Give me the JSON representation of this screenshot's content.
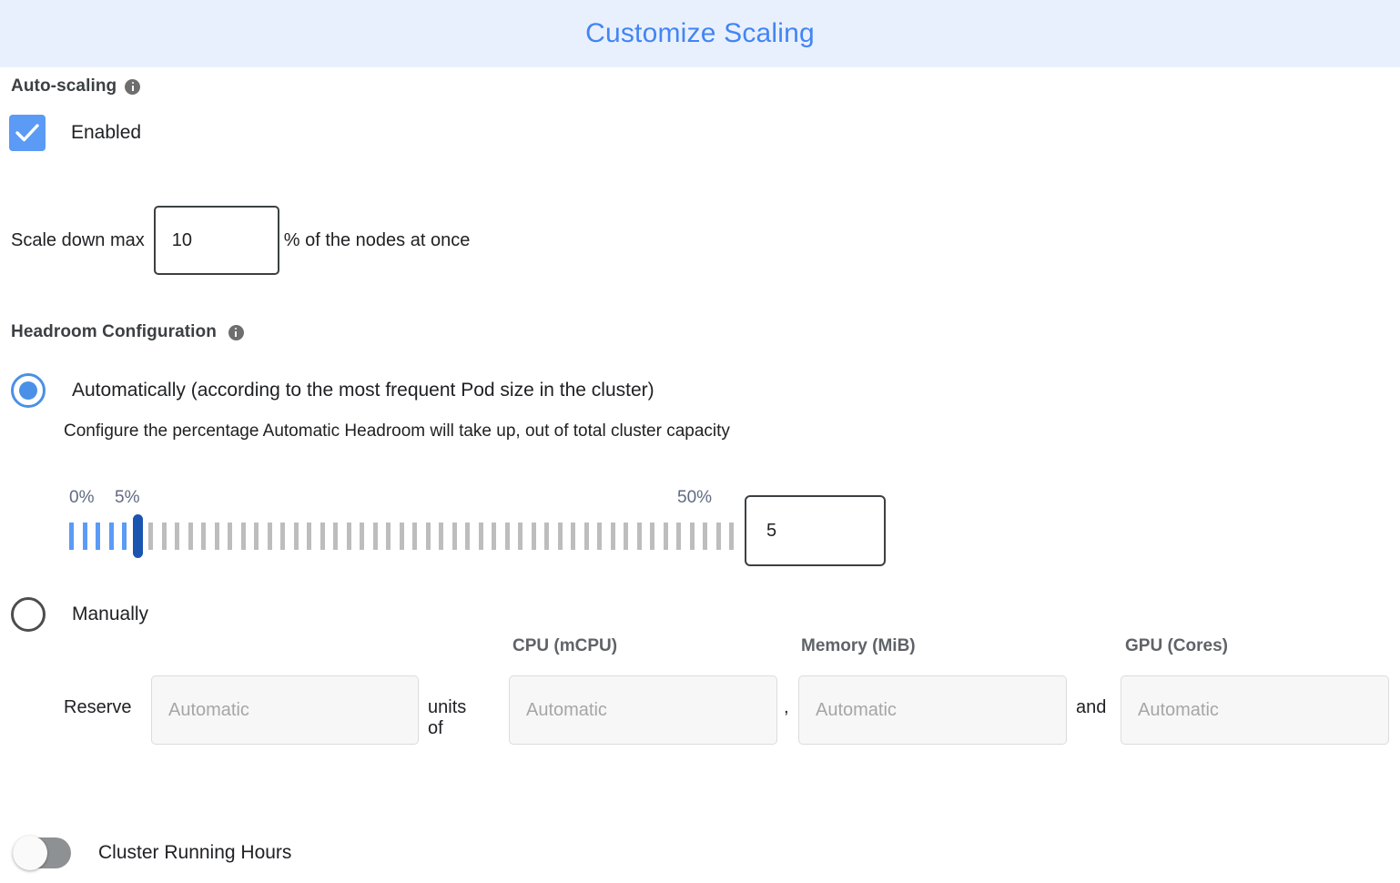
{
  "header": {
    "title": "Customize Scaling",
    "title_color": "#4285f4",
    "background_color": "#e9f0fd"
  },
  "autoscaling": {
    "section_label": "Auto-scaling",
    "info_icon": "info-icon",
    "enabled_label": "Enabled",
    "enabled_checked": true,
    "checkbox_color": "#5b9bf5"
  },
  "scale_down": {
    "label": "Scale down max",
    "value": "10",
    "suffix": "% of the nodes at once"
  },
  "headroom": {
    "section_label": "Headroom Configuration",
    "info_icon": "info-icon",
    "auto_option_label": "Automatically (according to the most frequent Pod size in the cluster)",
    "auto_option_selected": true,
    "helper_text": "Configure the percentage Automatic Headroom will take up, out of total cluster capacity",
    "manual_option_label": "Manually",
    "manual_option_selected": false,
    "accent_color": "#4a90e8"
  },
  "slider": {
    "min_label": "0%",
    "max_label": "50%",
    "current_label": "5%",
    "value": "5",
    "min": 0,
    "max": 50,
    "tick_count": 51,
    "filled_color": "#5b9bf5",
    "empty_color": "#bdbdbd",
    "thumb_color": "#1a56b0"
  },
  "reserve": {
    "label": "Reserve",
    "units_of_label": "units of",
    "comma_label": ",",
    "and_label": "and",
    "columns": [
      {
        "header": "",
        "placeholder": "Automatic",
        "name": "pod-count"
      },
      {
        "header": "CPU (mCPU)",
        "placeholder": "Automatic",
        "name": "cpu"
      },
      {
        "header": "Memory (MiB)",
        "placeholder": "Automatic",
        "name": "memory"
      },
      {
        "header": "GPU (Cores)",
        "placeholder": "Automatic",
        "name": "gpu"
      }
    ]
  },
  "cluster_running_hours": {
    "label": "Cluster Running Hours",
    "enabled": false
  }
}
